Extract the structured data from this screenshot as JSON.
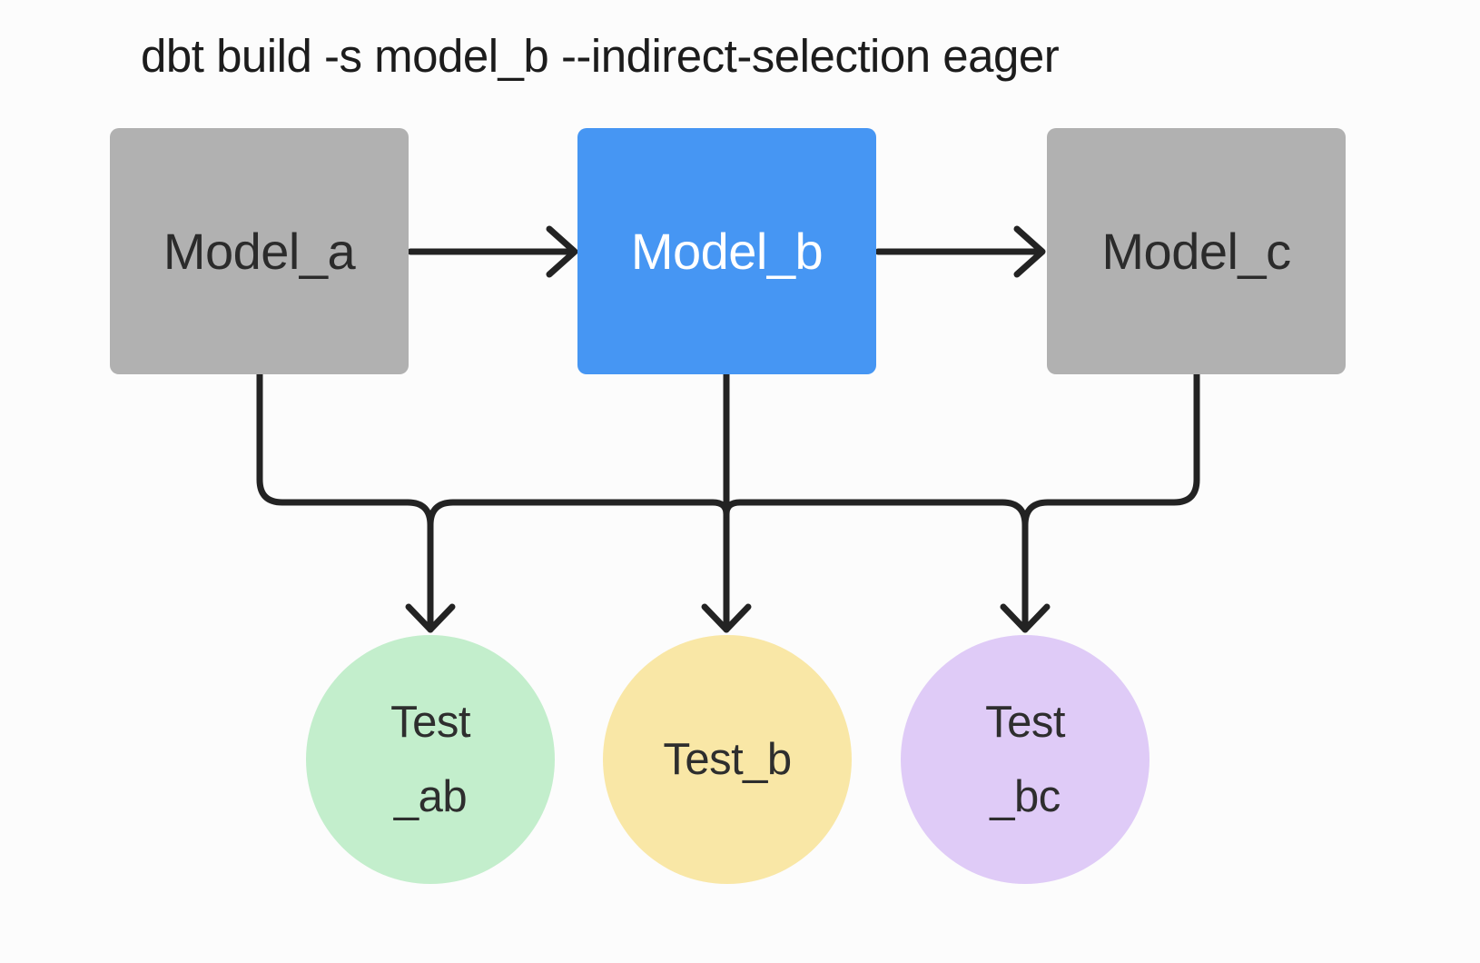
{
  "title": "dbt build -s model_b --indirect-selection eager",
  "nodes": {
    "model_a": {
      "label": "Model_a",
      "type": "model",
      "state": "unselected"
    },
    "model_b": {
      "label": "Model_b",
      "type": "model",
      "state": "selected"
    },
    "model_c": {
      "label": "Model_c",
      "type": "model",
      "state": "unselected"
    },
    "test_ab": {
      "label_line1": "Test",
      "label_line2": "_ab",
      "type": "test"
    },
    "test_b": {
      "label": "Test_b",
      "type": "test"
    },
    "test_bc": {
      "label_line1": "Test",
      "label_line2": "_bc",
      "type": "test"
    }
  },
  "edges": [
    {
      "from": "model_a",
      "to": "model_b"
    },
    {
      "from": "model_b",
      "to": "model_c"
    },
    {
      "from": "models (merged trunk)",
      "to": "test_ab"
    },
    {
      "from": "models (merged trunk)",
      "to": "test_b"
    },
    {
      "from": "models (merged trunk)",
      "to": "test_bc"
    }
  ],
  "colors": {
    "background": "#FCFCFC",
    "model_box": "#B1B1B1",
    "selected_model_box": "#4696F3",
    "model_text": "#2B2B2B",
    "selected_model_text": "#FFFFFF",
    "test_ab_circle": "#C3EECC",
    "test_b_circle": "#F9E7A6",
    "test_bc_circle": "#DFCBF7",
    "edge_stroke": "#232323",
    "title_text": "#1C1C1C"
  }
}
